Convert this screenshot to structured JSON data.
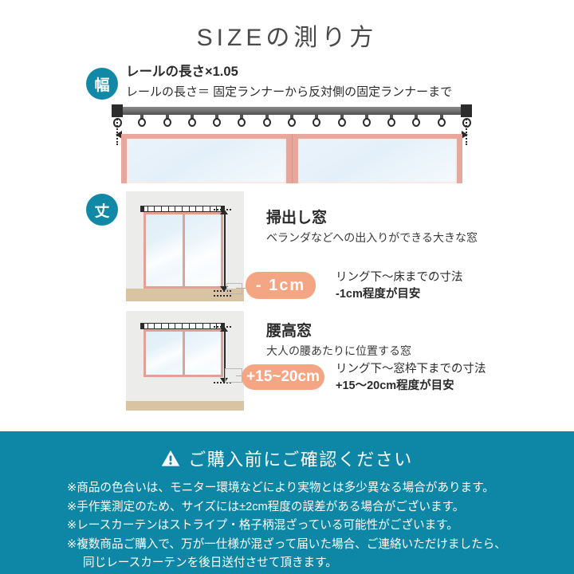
{
  "title": "SIZEの測り方",
  "width_section": {
    "badge": "幅",
    "line1": "レールの長さ×1.05",
    "line2": "レールの長さ＝ 固定ランナーから反対側の固定ランナーまで",
    "rail": {
      "runner_count": 15,
      "endcap_color": "#2b2b2b",
      "rail_color": "#6e6e6e"
    },
    "window": {
      "frame_color": "#e8a79c",
      "glass_color": "#e6f1f9",
      "pane_count": 2
    }
  },
  "length_section": {
    "badge": "丈",
    "rows": [
      {
        "title": "掃出し窓",
        "subtitle": "ベランダなどへの出入りができる大きな窓",
        "pill": "-  1cm",
        "measure_line1": "リング下〜床までの寸法",
        "measure_line2": "-1cm程度が目安",
        "illustration": {
          "wall_color": "#ececeb",
          "floor_color": "#d8c3a3",
          "frame_color": "#e1a197",
          "glass_color": "#e4f0f9",
          "has_floor": true
        }
      },
      {
        "title": "腰高窓",
        "subtitle": "大人の腰あたりに位置する窓",
        "pill": "+15~20cm",
        "measure_line1": "リング下〜窓枠下までの寸法",
        "measure_line2": "+15〜20cm程度が目安",
        "illustration": {
          "wall_color": "#ececeb",
          "floor_color": "#d8c3a3",
          "frame_color": "#e1a197",
          "glass_color": "#e4f0f9",
          "has_floor": true
        }
      }
    ]
  },
  "notice": {
    "background_color": "#0d87a5",
    "icon": "warning-triangle-icon",
    "heading": "ご購入前にご確認ください",
    "lines": [
      "※商品の色合いは、モニター環境などにより実物とは多少異なる場合があります。",
      "※手作業測定のため、サイズには±2cm程度の誤差がある場合がございます。",
      "※レースカーテンはストライプ・格子柄混ざっている可能性がございます。",
      "※複数商品ご購入で、万が一仕様が混ざって届いた場合、ご連絡いただけましたら、",
      "同じレースカーテンを後日送付させて頂きます。"
    ]
  },
  "colors": {
    "teal": "#0d87a5",
    "badge_teal": "#1189a6",
    "pill_orange": "#f4a684",
    "frame_pink": "#e1a197",
    "text_dark": "#2a2a2a"
  }
}
